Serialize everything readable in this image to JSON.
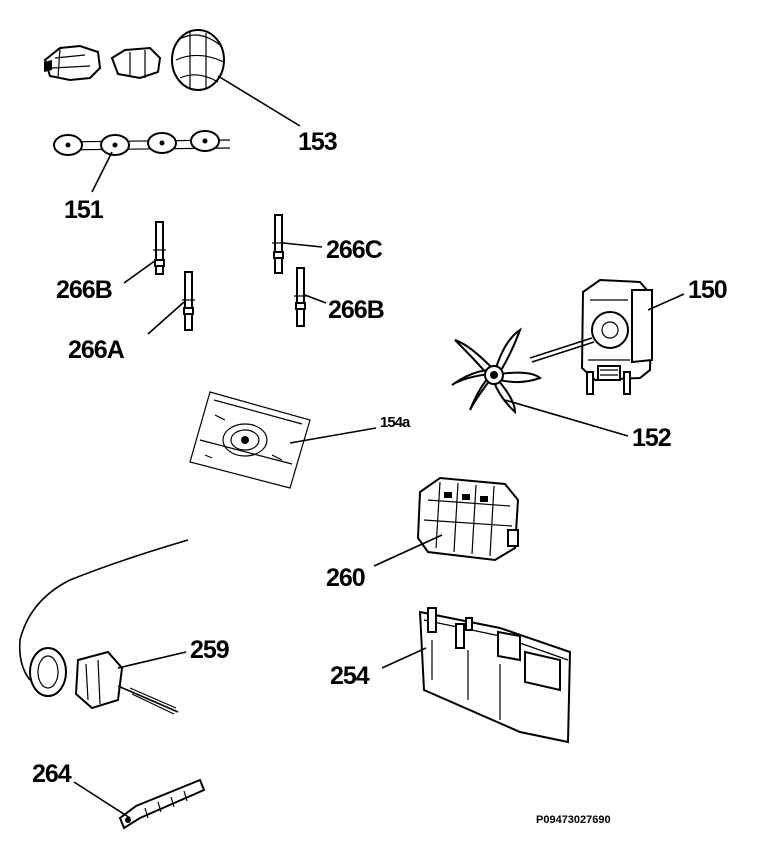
{
  "labels": {
    "l153": "153",
    "l151": "151",
    "l266c": "266C",
    "l266b_left": "266B",
    "l266b_right": "266B",
    "l266a": "266A",
    "l150": "150",
    "l152": "152",
    "l154a": "154a",
    "l260": "260",
    "l259": "259",
    "l254": "254",
    "l264": "264"
  },
  "footer": {
    "code": "P09473027690"
  }
}
